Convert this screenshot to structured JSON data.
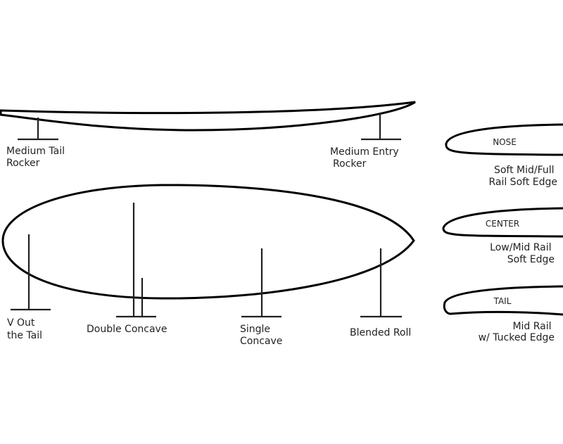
{
  "rocker": {
    "tail_label": [
      "Medium Tail",
      "Rocker"
    ],
    "entry_label": [
      "Medium Entry",
      "Rocker"
    ]
  },
  "bottom": {
    "v_out": [
      "V Out",
      "the Tail"
    ],
    "double_concave": "Double Concave",
    "single_concave": [
      "Single",
      "Concave"
    ],
    "blended_roll": "Blended Roll"
  },
  "rails": {
    "nose": {
      "title": "NOSE",
      "desc": [
        "Soft Mid/Full",
        "Rail Soft Edge"
      ]
    },
    "center": {
      "title": "CENTER",
      "desc": [
        "Low/Mid Rail",
        "Soft Edge"
      ]
    },
    "tail": {
      "title": "TAIL",
      "desc": [
        "Mid Rail",
        "w/ Tucked Edge"
      ]
    }
  }
}
